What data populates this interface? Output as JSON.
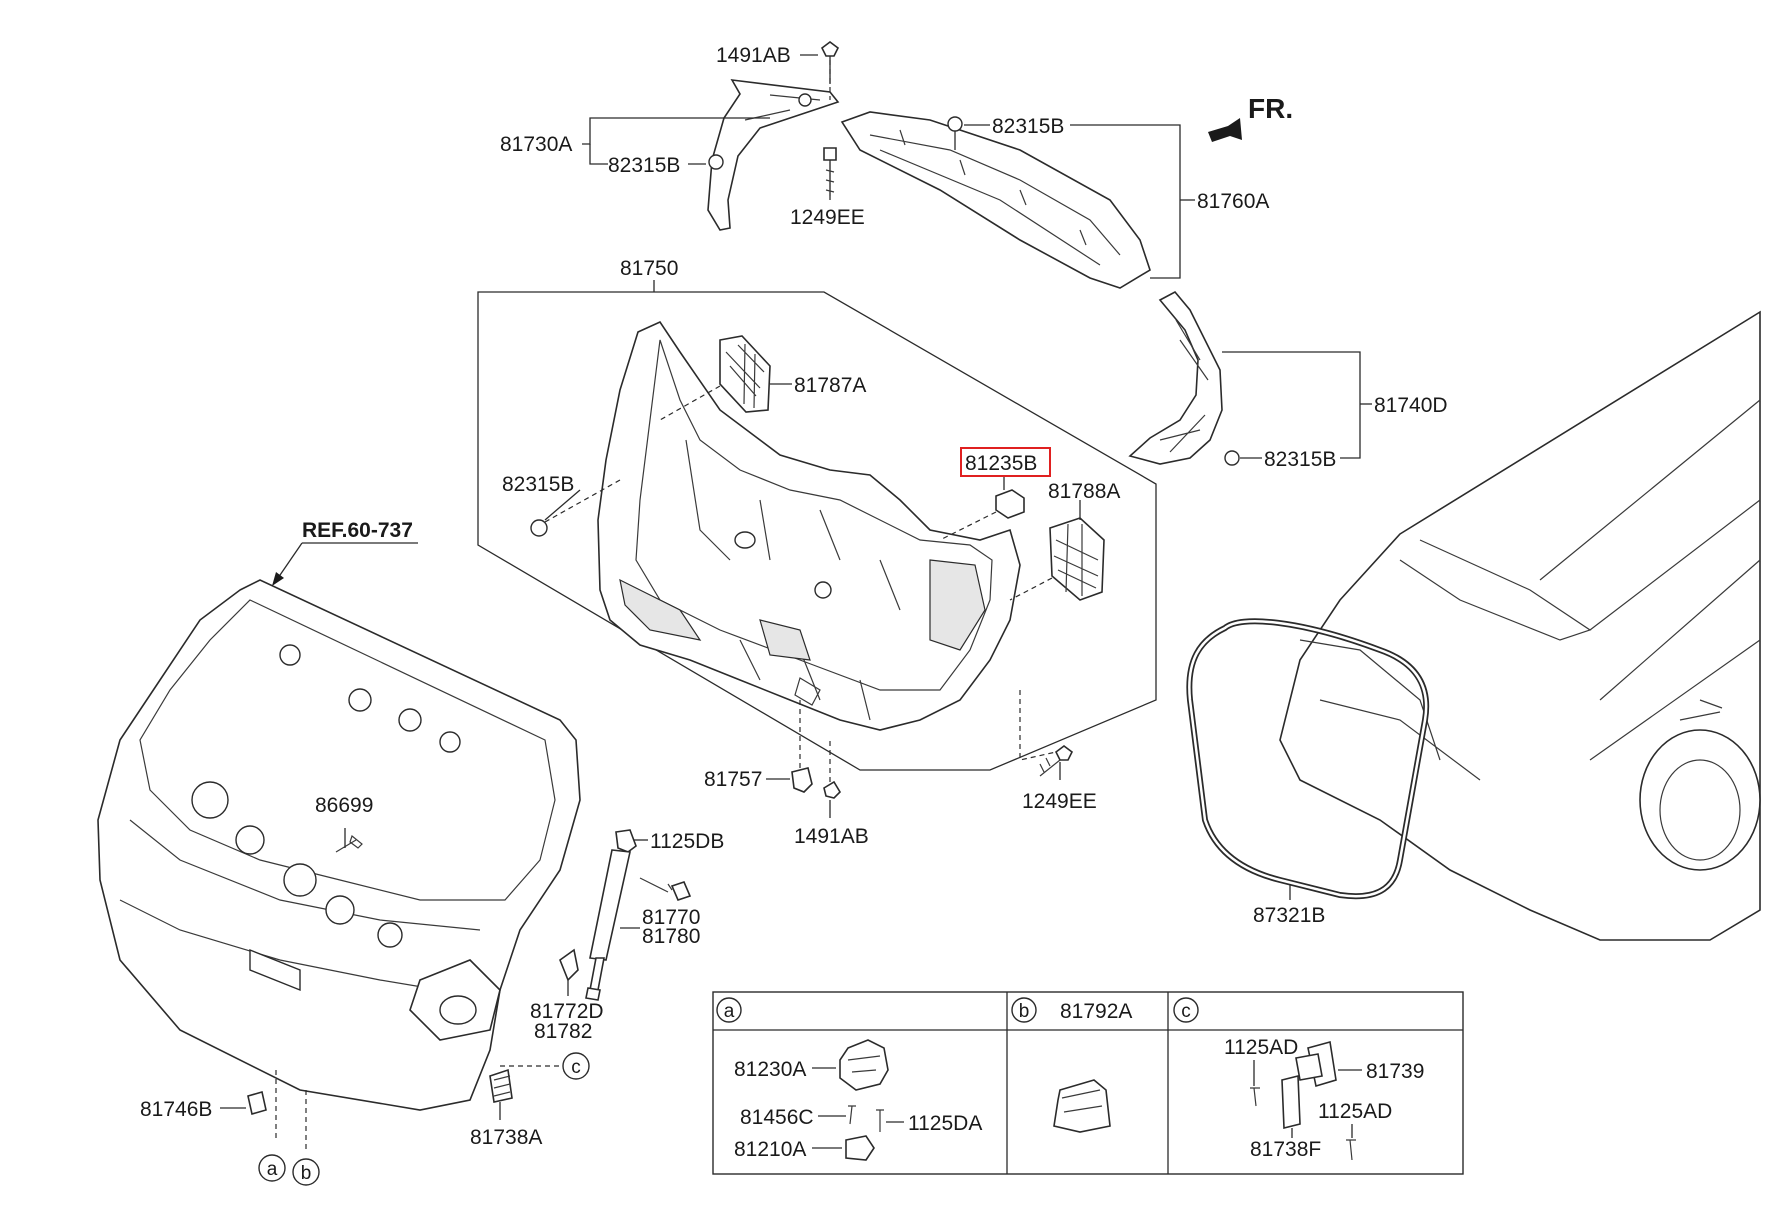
{
  "diagram": {
    "direction_label": "FR.",
    "ref_label": "REF.60-737",
    "parts": {
      "p1491AB_top": "1491AB",
      "p81730A": "81730A",
      "p82315B_a": "82315B",
      "p1249EE_top": "1249EE",
      "p82315B_b": "82315B",
      "p81760A": "81760A",
      "p81750": "81750",
      "p81787A": "81787A",
      "p81740D": "81740D",
      "p82315B_c": "82315B",
      "p82315B_d": "82315B",
      "p81235B": "81235B",
      "p81788A": "81788A",
      "p81757": "81757",
      "p1249EE_bot": "1249EE",
      "p1491AB_bot": "1491AB",
      "p86699": "86699",
      "p1125DB": "1125DB",
      "p81770": "81770",
      "p81780": "81780",
      "p81772D": "81772D",
      "p81782": "81782",
      "p81746B": "81746B",
      "p81738A": "81738A",
      "p87321B": "87321B"
    },
    "callouts": {
      "a": "a",
      "b": "b",
      "c": "c"
    },
    "table": {
      "col_a_letter": "a",
      "col_b_letter": "b",
      "col_b_title": "81792A",
      "col_c_letter": "c",
      "col_a_parts": [
        "81230A",
        "81456C",
        "1125DA",
        "81210A"
      ],
      "col_c_parts": [
        "1125AD",
        "81739",
        "1125AD",
        "81738F"
      ]
    },
    "highlight_color": "#e02020"
  }
}
